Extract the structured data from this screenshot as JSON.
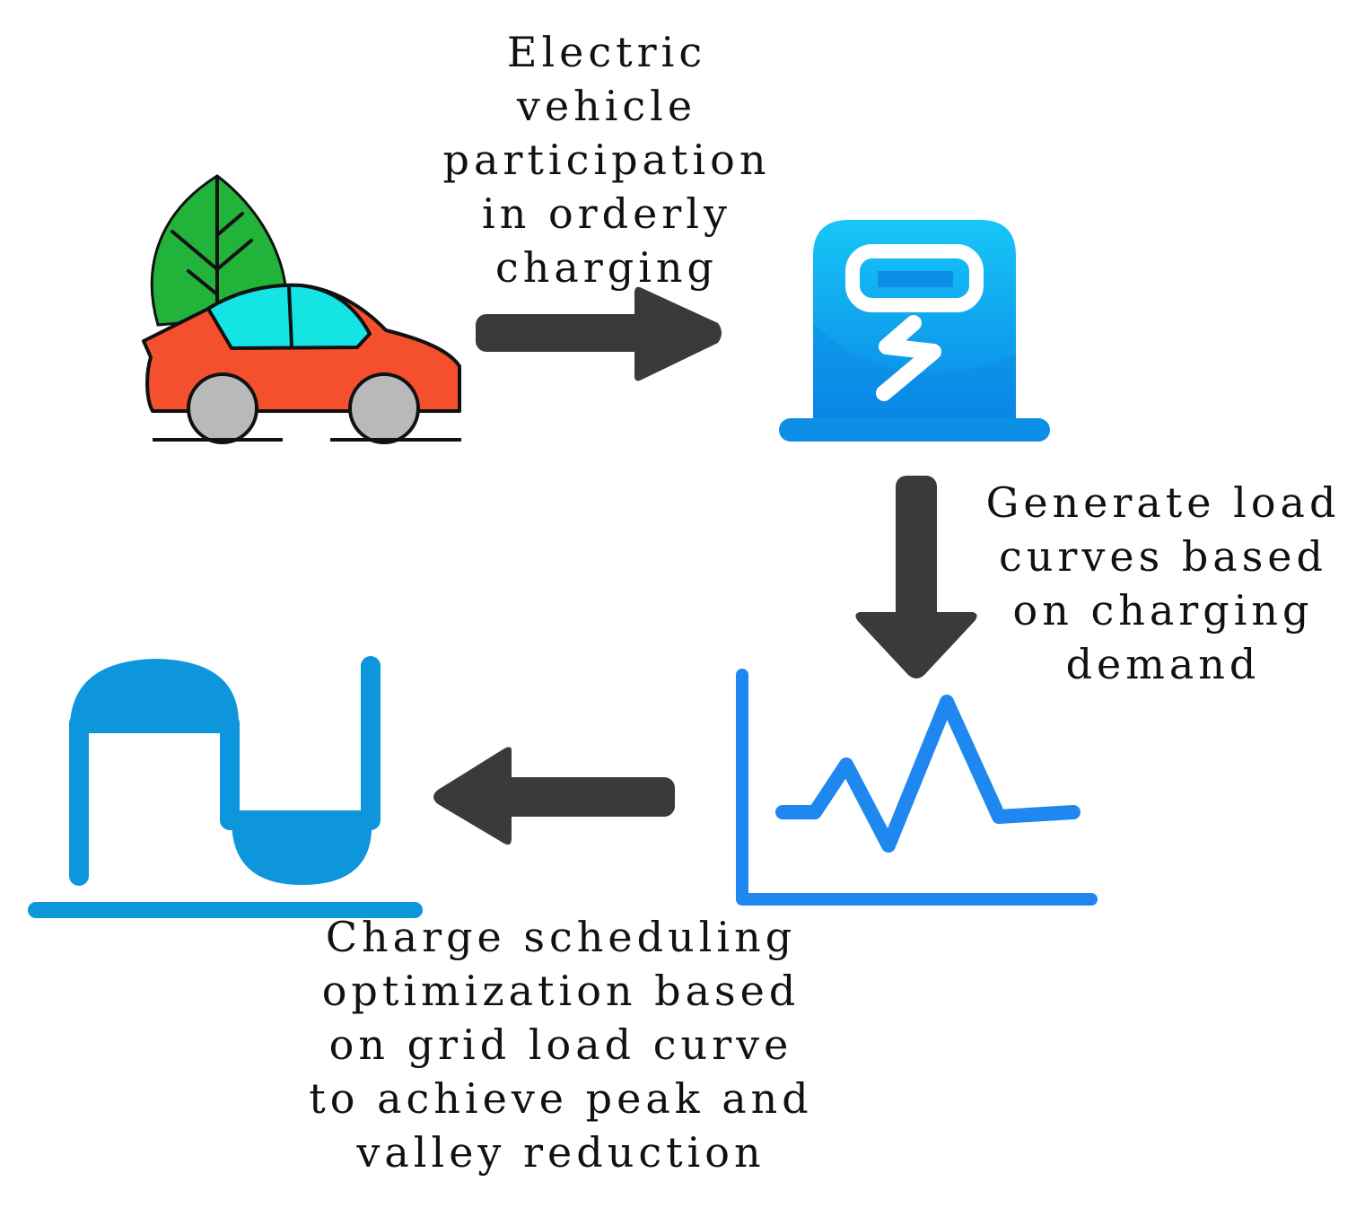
{
  "captions": {
    "ev_participation": [
      "Electric",
      "vehicle",
      "participation",
      "in orderly",
      "charging"
    ],
    "load_curves": [
      "Generate load",
      "curves based",
      "on charging",
      "demand"
    ],
    "scheduling": [
      "Charge scheduling",
      "optimization based",
      "on grid load curve",
      "to achieve peak and",
      "valley reduction"
    ]
  },
  "icons": {
    "car": "eco-car-icon",
    "charger": "charging-station-icon",
    "load_chart": "load-curve-chart-icon",
    "peak_valley": "peak-valley-icon",
    "arrows": "arrow-icon"
  },
  "colors": {
    "arrow": "#3a3a3a",
    "leaf": "#22b33a",
    "car_body": "#f4502e",
    "car_window": "#14e4e4",
    "wheel": "#b9b9b9",
    "charger_top": "#17c6f7",
    "charger_bottom": "#0d8fe8",
    "chart_line": "#1e88f0",
    "peak_valley": "#0e96dc"
  }
}
